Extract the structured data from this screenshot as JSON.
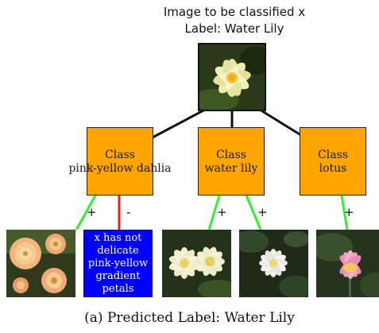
{
  "header": {
    "line1": "Image to be classified x",
    "line2": "Label: Water Lily"
  },
  "classes": [
    {
      "line1": "Class",
      "line2": "pink-yellow dahlia"
    },
    {
      "line1": "Class",
      "line2": "water lily"
    },
    {
      "line1": "Class",
      "line2": "lotus"
    }
  ],
  "evidence": {
    "signs": [
      "+",
      "-",
      "+",
      "+",
      "+"
    ],
    "negative_text": [
      "x has not",
      "delicate",
      "pink-yellow",
      "gradient",
      "petals"
    ]
  },
  "caption": "(a) Predicted Label: Water Lily",
  "colors": {
    "class_box": "#fea500",
    "positive_edge": "#33ee33",
    "negative_edge": "#dd2222",
    "negative_box": "#0000ff"
  }
}
